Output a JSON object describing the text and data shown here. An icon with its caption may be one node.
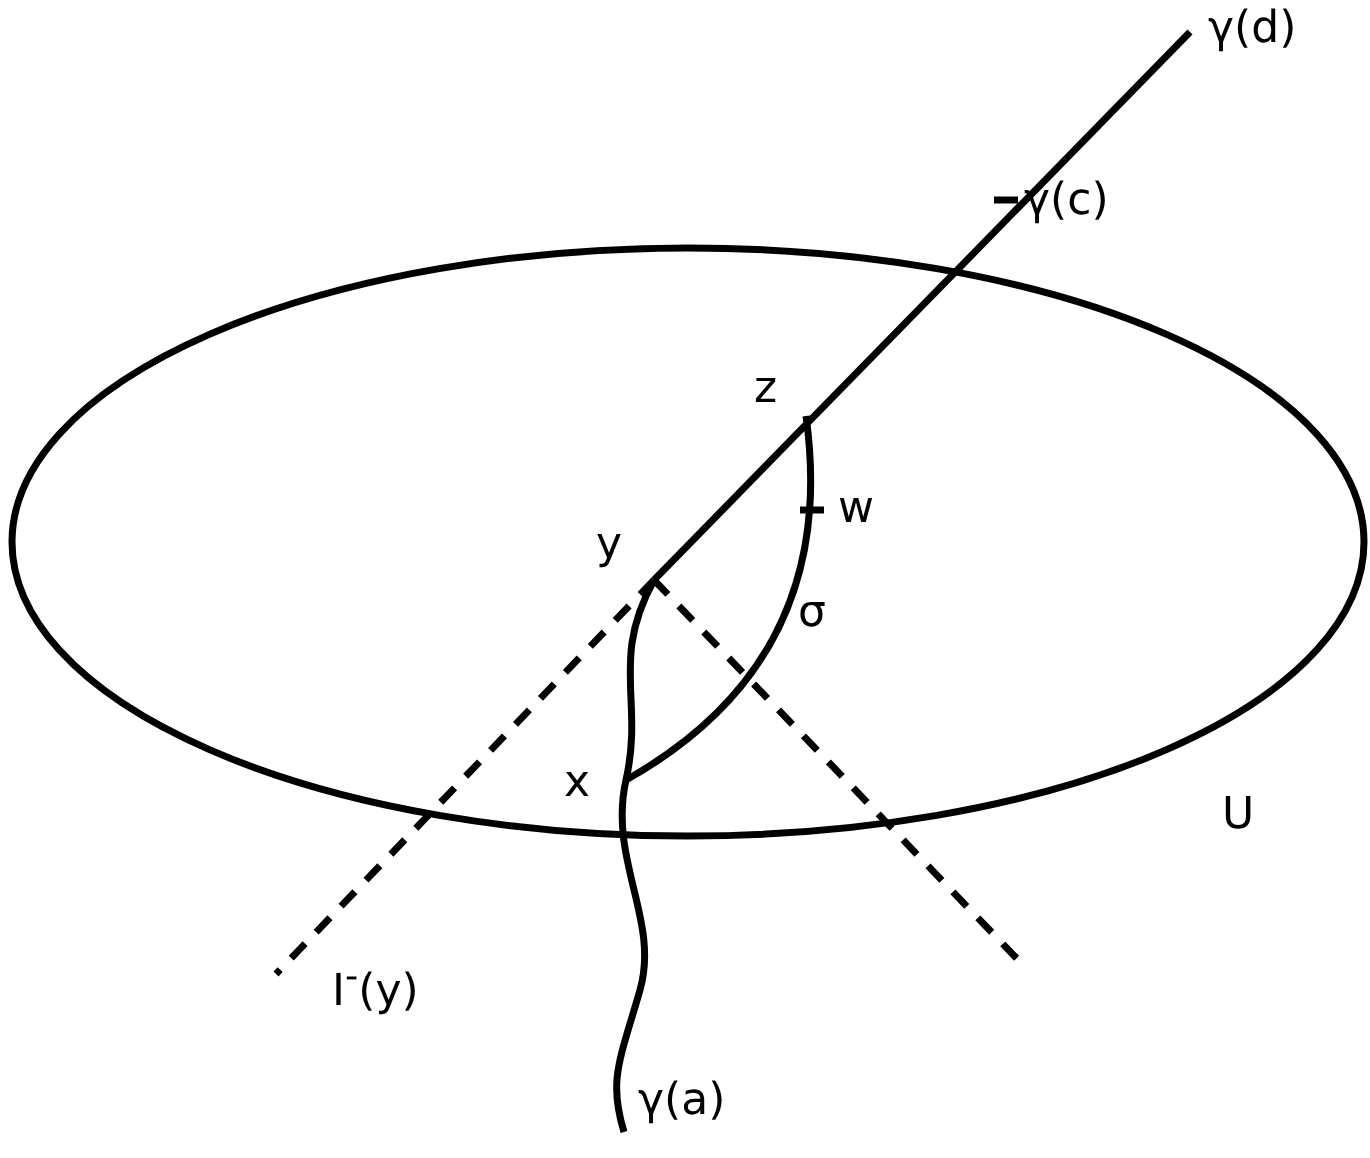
{
  "diagram": {
    "labels": [
      "γ(d)",
      "γ(c)",
      "z",
      "w",
      "y",
      "σ",
      "x",
      "U",
      "I$^{-}$(y)",
      "γ(a)"
    ]
  }
}
